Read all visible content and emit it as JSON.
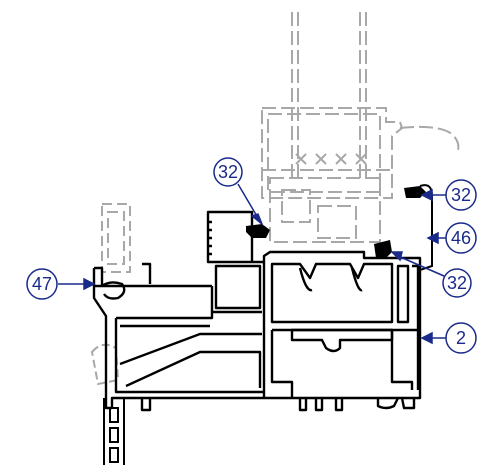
{
  "drawing": {
    "kind": "window profile cross-section",
    "line_color": "#000000",
    "ghost_color": "#a8a8a8",
    "callout_color": "#1a2a8a"
  },
  "callouts": [
    {
      "id": "c32a",
      "label": "32"
    },
    {
      "id": "c32b",
      "label": "32"
    },
    {
      "id": "c46",
      "label": "46"
    },
    {
      "id": "c32c",
      "label": "32"
    },
    {
      "id": "c47",
      "label": "47"
    },
    {
      "id": "c2",
      "label": "2"
    }
  ]
}
